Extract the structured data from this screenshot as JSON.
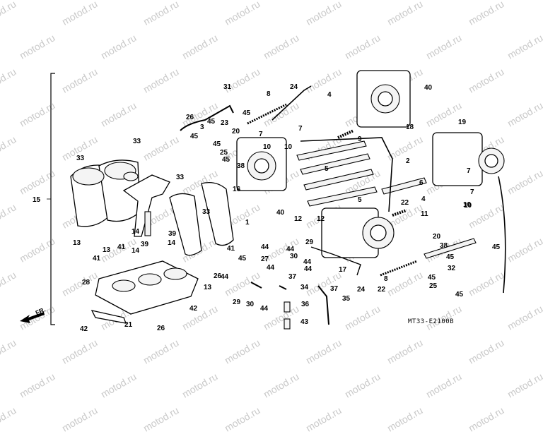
{
  "watermark": "motod.ru",
  "diagram_code": "MT33-E2100B",
  "front_marker": "FR.",
  "bracket_label": "15",
  "callouts": [
    {
      "id": "c31a",
      "text": "31"
    },
    {
      "id": "c8a",
      "text": "8"
    },
    {
      "id": "c24a",
      "text": "24"
    },
    {
      "id": "c4a",
      "text": "4"
    },
    {
      "id": "c40",
      "text": "40"
    },
    {
      "id": "c45a",
      "text": "45"
    },
    {
      "id": "c26a",
      "text": "26"
    },
    {
      "id": "c3",
      "text": "3"
    },
    {
      "id": "c45b",
      "text": "45"
    },
    {
      "id": "c23",
      "text": "23"
    },
    {
      "id": "c20a",
      "text": "20"
    },
    {
      "id": "c7a",
      "text": "7"
    },
    {
      "id": "c10a",
      "text": "10"
    },
    {
      "id": "c7b",
      "text": "7"
    },
    {
      "id": "c10b",
      "text": "10"
    },
    {
      "id": "c18",
      "text": "18"
    },
    {
      "id": "c19",
      "text": "19"
    },
    {
      "id": "c45c",
      "text": "45"
    },
    {
      "id": "c45d",
      "text": "45"
    },
    {
      "id": "c25a",
      "text": "25"
    },
    {
      "id": "c45e",
      "text": "45"
    },
    {
      "id": "c9",
      "text": "9"
    },
    {
      "id": "c2",
      "text": "2"
    },
    {
      "id": "c5a",
      "text": "5"
    },
    {
      "id": "c33a",
      "text": "33"
    },
    {
      "id": "c33b",
      "text": "33"
    },
    {
      "id": "c33c",
      "text": "33"
    },
    {
      "id": "c38a",
      "text": "38"
    },
    {
      "id": "c16",
      "text": "16"
    },
    {
      "id": "c5b",
      "text": "5"
    },
    {
      "id": "c6",
      "text": "6"
    },
    {
      "id": "c4b",
      "text": "4"
    },
    {
      "id": "c7c",
      "text": "7"
    },
    {
      "id": "c10c",
      "text": "10"
    },
    {
      "id": "c22a",
      "text": "22"
    },
    {
      "id": "c11",
      "text": "11"
    },
    {
      "id": "c33d",
      "text": "33"
    },
    {
      "id": "c14a",
      "text": "14"
    },
    {
      "id": "c13a",
      "text": "13"
    },
    {
      "id": "c41a",
      "text": "41"
    },
    {
      "id": "c13b",
      "text": "13"
    },
    {
      "id": "c41b",
      "text": "41"
    },
    {
      "id": "c14b",
      "text": "14"
    },
    {
      "id": "c39a",
      "text": "39"
    },
    {
      "id": "c39b",
      "text": "39"
    },
    {
      "id": "c14c",
      "text": "14"
    },
    {
      "id": "c1",
      "text": "1"
    },
    {
      "id": "c40b",
      "text": "40"
    },
    {
      "id": "c12a",
      "text": "12"
    },
    {
      "id": "c12b",
      "text": "12"
    },
    {
      "id": "c41c",
      "text": "41"
    },
    {
      "id": "c45f",
      "text": "45"
    },
    {
      "id": "c44a",
      "text": "44"
    },
    {
      "id": "c44b",
      "text": "44"
    },
    {
      "id": "c30a",
      "text": "30"
    },
    {
      "id": "c29a",
      "text": "29"
    },
    {
      "id": "c44c",
      "text": "44"
    },
    {
      "id": "c44d",
      "text": "44"
    },
    {
      "id": "c17",
      "text": "17"
    },
    {
      "id": "c20b",
      "text": "20"
    },
    {
      "id": "c38b",
      "text": "38"
    },
    {
      "id": "c45g",
      "text": "45"
    },
    {
      "id": "c26b",
      "text": "26"
    },
    {
      "id": "c28",
      "text": "28"
    },
    {
      "id": "c13c",
      "text": "13"
    },
    {
      "id": "c44e",
      "text": "44"
    },
    {
      "id": "c27",
      "text": "27"
    },
    {
      "id": "c44f",
      "text": "44"
    },
    {
      "id": "c37a",
      "text": "37"
    },
    {
      "id": "c34",
      "text": "34"
    },
    {
      "id": "c37b",
      "text": "37"
    },
    {
      "id": "c35",
      "text": "35"
    },
    {
      "id": "c29b",
      "text": "29"
    },
    {
      "id": "c30b",
      "text": "30"
    },
    {
      "id": "c44g",
      "text": "44"
    },
    {
      "id": "c24b",
      "text": "24"
    },
    {
      "id": "c8b",
      "text": "8"
    },
    {
      "id": "c22b",
      "text": "22"
    },
    {
      "id": "c45h",
      "text": "45"
    },
    {
      "id": "c25b",
      "text": "25"
    },
    {
      "id": "c45i",
      "text": "45"
    },
    {
      "id": "c32",
      "text": "32"
    },
    {
      "id": "c45j",
      "text": "45"
    },
    {
      "id": "c42a",
      "text": "42"
    },
    {
      "id": "c36",
      "text": "36"
    },
    {
      "id": "c43",
      "text": "43"
    },
    {
      "id": "c42b",
      "text": "42"
    },
    {
      "id": "c21",
      "text": "21"
    },
    {
      "id": "c26c",
      "text": "26"
    },
    {
      "id": "c7d",
      "text": "7"
    },
    {
      "id": "c10d",
      "text": "10"
    }
  ]
}
